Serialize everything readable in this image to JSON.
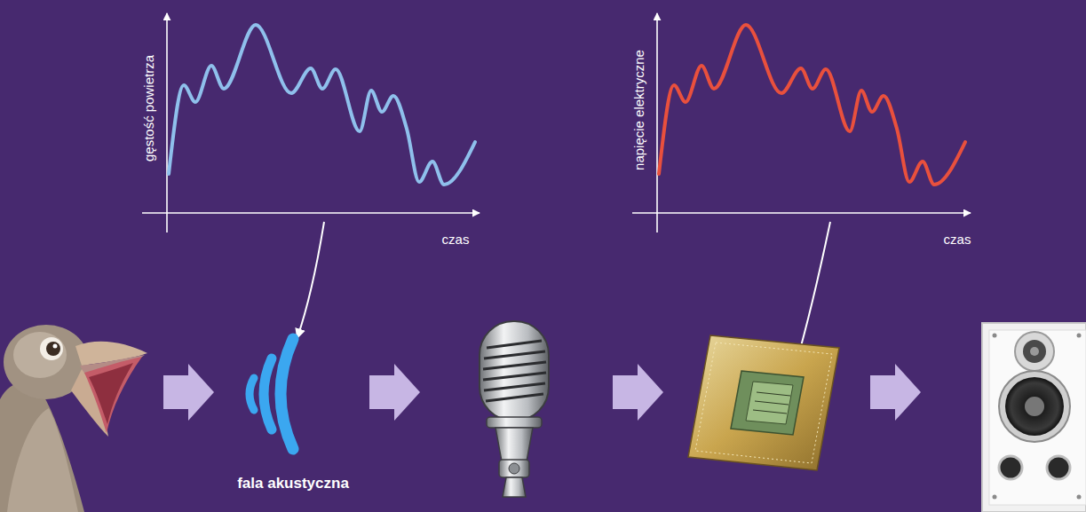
{
  "diagram": {
    "labels": [
      "gęstość powietrza",
      "czas",
      "napięcie elektryczne",
      "czas",
      "fala akustyczna"
    ]
  }
}
